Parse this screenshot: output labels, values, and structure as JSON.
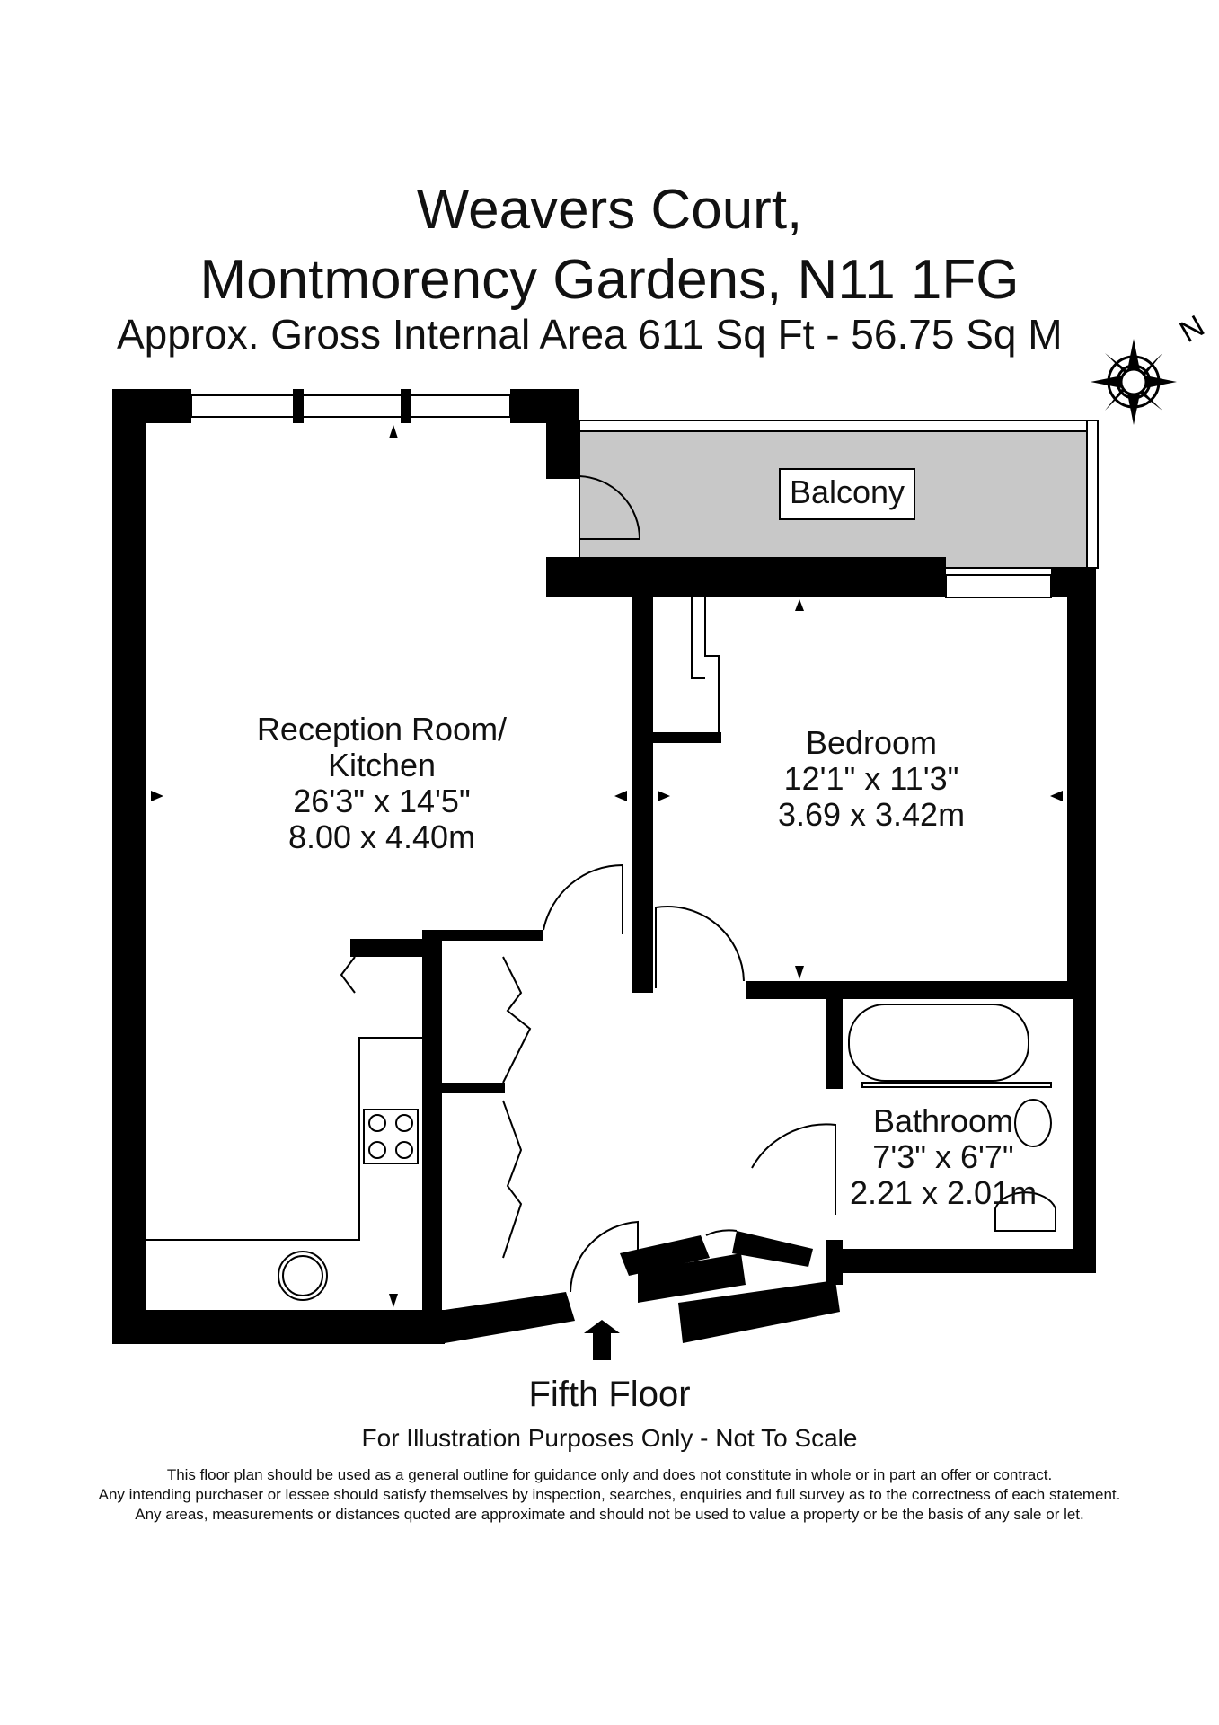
{
  "header": {
    "line1": "Weavers Court,",
    "line2": "Montmorency Gardens, N11 1FG",
    "line3": "Approx. Gross Internal Area   611 Sq Ft  -  56.75 Sq M"
  },
  "compass": {
    "label": "N",
    "icon": "compass-rose-icon"
  },
  "rooms": {
    "balcony": {
      "name": "Balcony"
    },
    "reception": {
      "name1": "Reception Room/",
      "name2": "Kitchen",
      "imperial": "26'3\" x 14'5\"",
      "metric": "8.00 x 4.40m"
    },
    "bedroom": {
      "name": "Bedroom",
      "imperial": "12'1\" x 11'3\"",
      "metric": "3.69 x 3.42m"
    },
    "bathroom": {
      "name": "Bathroom",
      "imperial": "7'3\" x 6'7\"",
      "metric": "2.21 x 2.01m"
    }
  },
  "footer": {
    "floor": "Fifth Floor",
    "note": "For Illustration Purposes Only - Not To Scale",
    "disclaimer1": "This floor plan should be used as a general outline for guidance only and does not constitute in whole or in part an offer or contract.",
    "disclaimer2": "Any intending purchaser or lessee should satisfy themselves by inspection, searches, enquiries and full survey as to the correctness of each statement.",
    "disclaimer3": "Any areas, measurements or distances quoted are approximate and should not be used to value a property or be the basis of any sale or let."
  },
  "colors": {
    "wall": "#000000",
    "balcony_fill": "#c8c8c8",
    "lines": "#000000"
  }
}
